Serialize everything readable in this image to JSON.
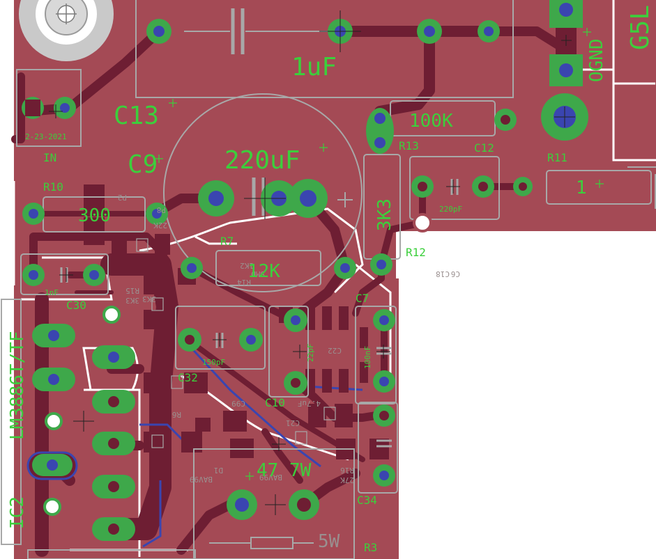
{
  "colors": {
    "copper": "#a44a55",
    "trace": "#6e1e33",
    "pad_ring": "#3ea84a",
    "drill": "#3a45b0",
    "silk_text": "#3ccf3c",
    "outline": "#a8a8a8",
    "background": "#ffffff"
  },
  "labels": {
    "c13": "C13",
    "c9": "C9",
    "val_1uf": "1uF",
    "val_220uf": "220uF",
    "val_100k": "100K",
    "r13": "R13",
    "c12": "C12",
    "r11": "R11",
    "val_1": "1",
    "r10": "R10",
    "val_300": "300",
    "val_220pf": "220pF",
    "val_3k3": "3K3",
    "r12": "R12",
    "r7": "R7",
    "val_12k": "12K",
    "in_label": "IN",
    "date_code": "2-23-2021",
    "c30": "C30",
    "val_1nf": "1nF",
    "c7": "C7",
    "val_100nf": "100nF",
    "val_22pf": "22pF",
    "ic2_part": "LM3886T/TF",
    "ic2": "IC2",
    "val_150pf": "150pF",
    "c32": "C32",
    "c10": "C10",
    "val_47_7w": "47 7W",
    "c34": "C34",
    "r3": "R3",
    "val_5w": "5W",
    "ognd": "OGND",
    "g5l": "G5L"
  },
  "ghost_labels": {
    "p2": "P2",
    "p8": "P8",
    "val_22k": "22K",
    "r15": "R15",
    "r15_val": "3K3",
    "c18": "C18",
    "d1": "D1",
    "d1_part": "BAV99",
    "bav99": "BAV99",
    "r16": "R16",
    "r16_val": "27K",
    "c99": "C99",
    "c22": "C22",
    "val_4_7uf": "4.7uF",
    "r_3k3": "3K3",
    "c6": "C6",
    "r14": "R14",
    "r14_val": "1K2",
    "c21": "C21",
    "r6": "R6",
    "c_18": "C18",
    "smd": "SMD"
  }
}
